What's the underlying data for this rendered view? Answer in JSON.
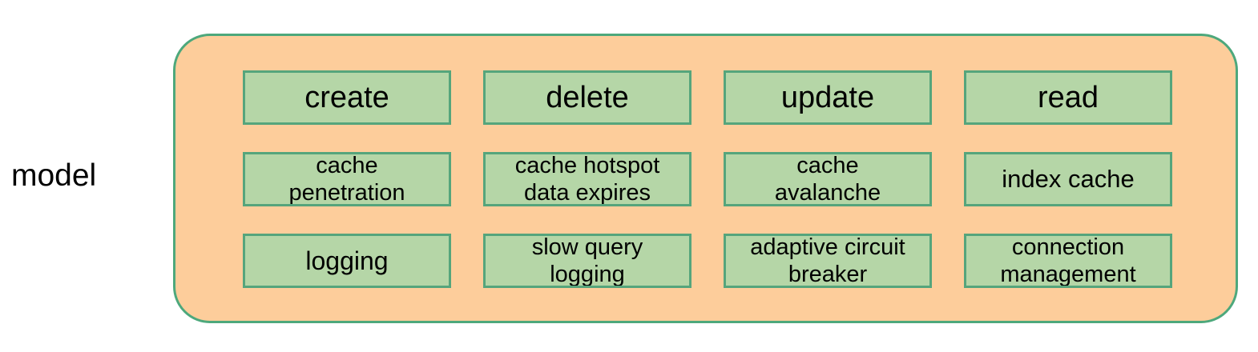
{
  "diagram": {
    "side_label": "model",
    "container": {
      "fill_color": "#fdcd9b",
      "border_color": "#4da87c"
    },
    "cell_style": {
      "fill_color": "#b5d6a7",
      "border_color": "#55a57c",
      "text_color": "#000000"
    },
    "columns": [
      {
        "operation": "create",
        "concern": "cache\npenetration",
        "observability": "logging"
      },
      {
        "operation": "delete",
        "concern": "cache hotspot\ndata expires",
        "observability": "slow query\nlogging"
      },
      {
        "operation": "update",
        "concern": "cache\navalanche",
        "observability": "adaptive circuit\nbreaker"
      },
      {
        "operation": "read",
        "concern": "index cache",
        "observability": "connection\nmanagement"
      }
    ]
  }
}
